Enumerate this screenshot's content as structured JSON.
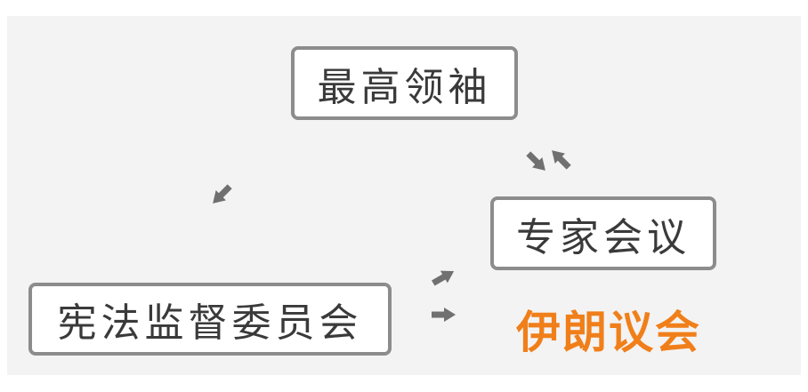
{
  "diagram": {
    "nodes": {
      "leader": "最高领袖",
      "experts": "专家会议",
      "guardian": "宪法监督委员会",
      "parliament": "伊朗议会"
    },
    "colors": {
      "panel_bg": "#f3f3f3",
      "box_border": "#8c8c8c",
      "box_text": "#3a3a3a",
      "arrow": "#707070",
      "highlight": "#f07f1a"
    }
  }
}
